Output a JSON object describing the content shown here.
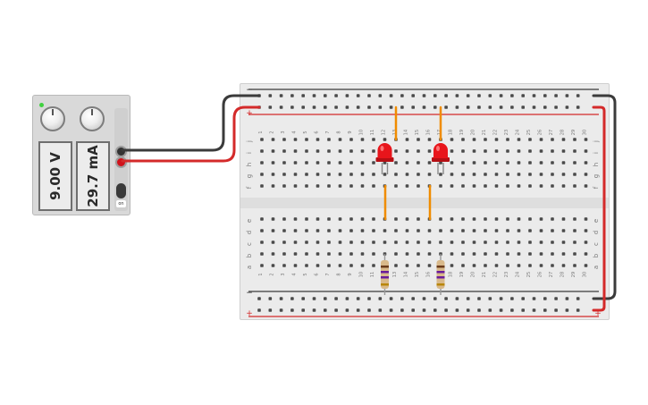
{
  "power_supply": {
    "voltage_display": "9.00 V",
    "current_display": "29.7 mA",
    "switch_label": "on"
  },
  "breadboard": {
    "columns": [
      "1",
      "2",
      "3",
      "4",
      "5",
      "6",
      "7",
      "8",
      "9",
      "10",
      "11",
      "12",
      "13",
      "14",
      "15",
      "16",
      "17",
      "18",
      "19",
      "20",
      "21",
      "22",
      "23",
      "24",
      "25",
      "26",
      "27",
      "28",
      "29",
      "30"
    ],
    "top_rows": [
      "j",
      "i",
      "h",
      "g",
      "f"
    ],
    "bottom_rows": [
      "e",
      "d",
      "c",
      "b",
      "a"
    ],
    "rail_minus": "−",
    "rail_plus": "+"
  },
  "colors": {
    "rail_red": "#d42a2a",
    "rail_dark": "#3b3b3b",
    "wire_orange": "#f08c00",
    "led_red": "#e8151b"
  },
  "components": {
    "leds": [
      {
        "name": "led-1",
        "color": "red",
        "column": 12
      },
      {
        "name": "led-2",
        "color": "red",
        "column": 17
      }
    ],
    "resistors": [
      {
        "name": "resistor-1",
        "column": 12
      },
      {
        "name": "resistor-2",
        "column": 17
      }
    ]
  }
}
